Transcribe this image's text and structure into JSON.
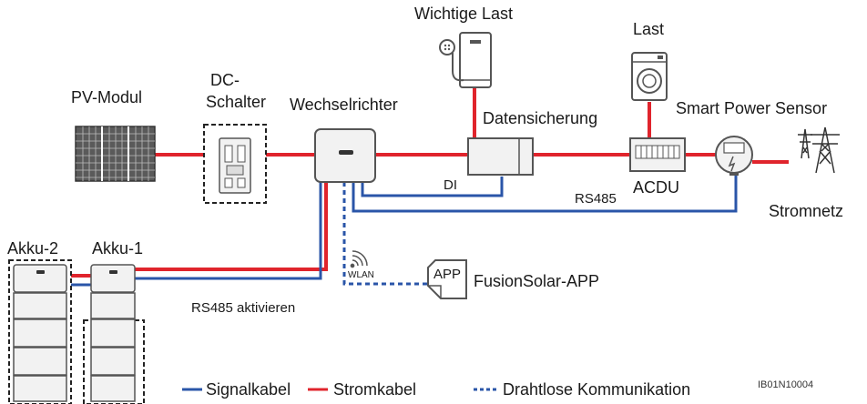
{
  "labels": {
    "pv_module": "PV-Modul",
    "dc_switch_line1": "DC-",
    "dc_switch_line2": "Schalter",
    "inverter": "Wechselrichter",
    "important_load": "Wichtige Last",
    "load": "Last",
    "backup": "Datensicherung",
    "smart_power_sensor": "Smart Power Sensor",
    "grid": "Stromnetz",
    "acdu": "ACDU",
    "di": "DI",
    "rs485": "RS485",
    "battery_2": "Akku-2",
    "battery_1": "Akku-1",
    "rs485_enable": "RS485 aktivieren",
    "wlan": "WLAN",
    "app": "FusionSolar-APP",
    "app_icon_text": "APP",
    "figure_code": "IB01N10004"
  },
  "legend": [
    {
      "label": "Signalkabel",
      "color": "#2a55a8",
      "style": "solid"
    },
    {
      "label": "Stromkabel",
      "color": "#e0242c",
      "style": "solid"
    },
    {
      "label": "Drahtlose Kommunikation",
      "color": "#2a55a8",
      "style": "dashed"
    }
  ],
  "colors": {
    "power": "#e0242c",
    "signal": "#2a55a8",
    "device_stroke": "#555555",
    "device_fill": "#f2f2f2"
  }
}
